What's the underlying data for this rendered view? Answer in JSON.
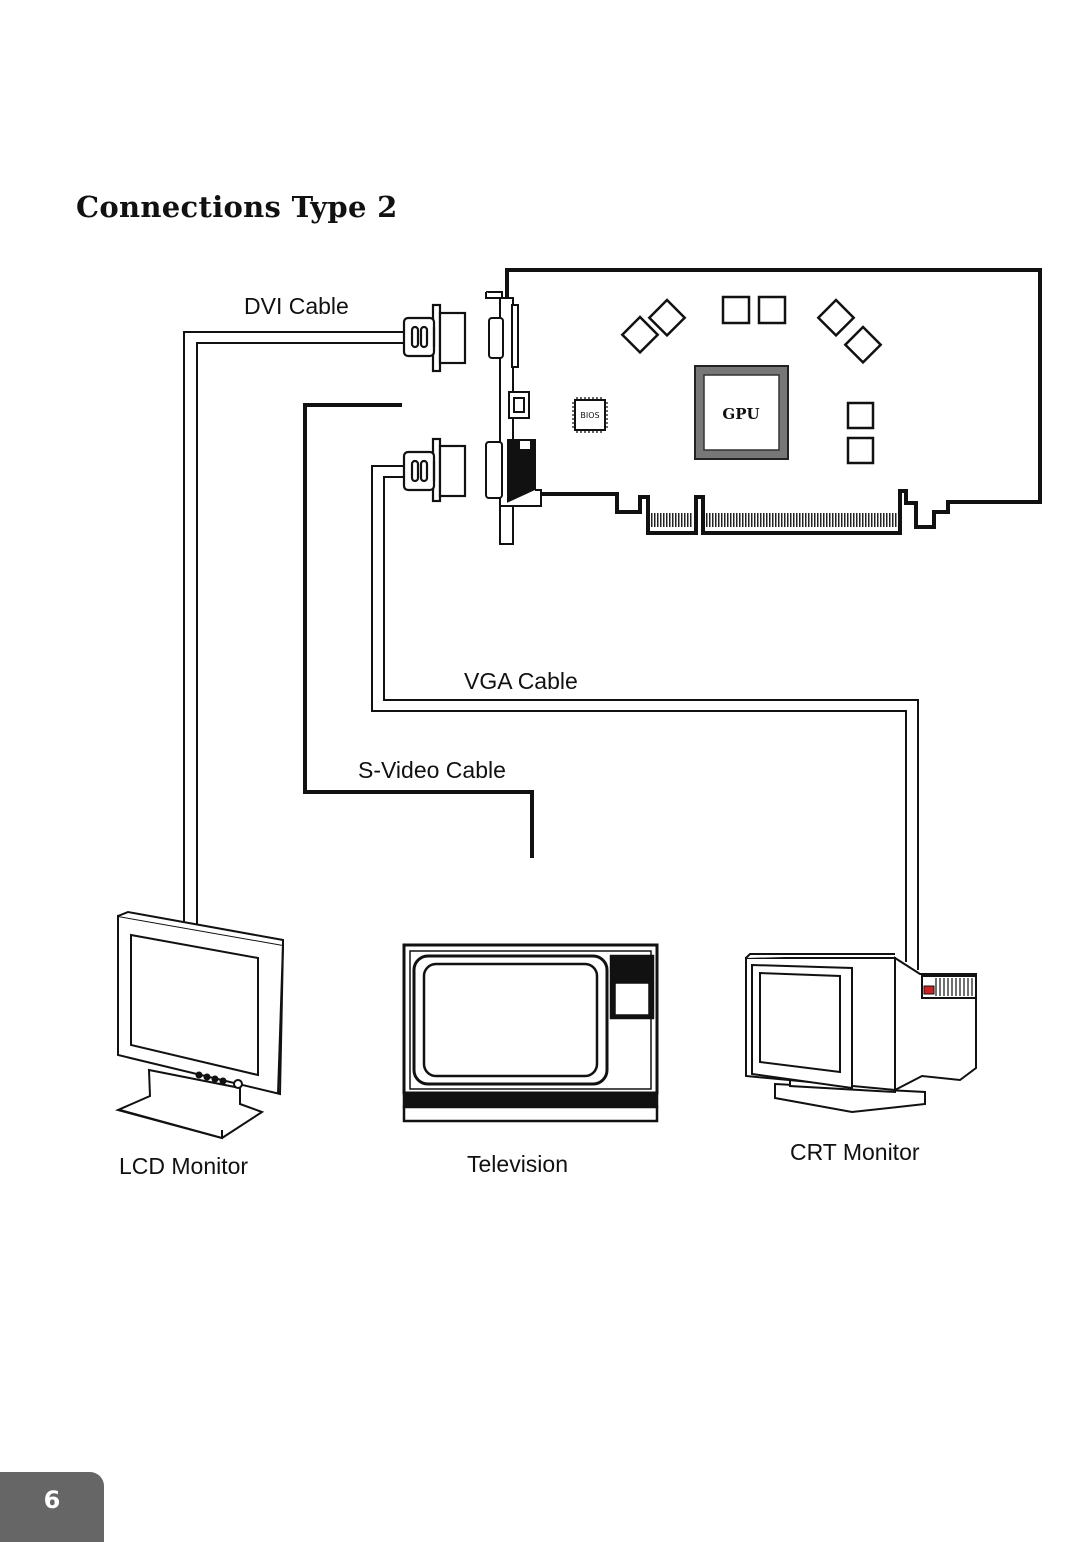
{
  "page": {
    "title": "Connections Type 2",
    "page_number": "6"
  },
  "labels": {
    "dvi_cable": "DVI Cable",
    "vga_cable": "VGA Cable",
    "svideo_cable": "S-Video Cable",
    "lcd_monitor": "LCD Monitor",
    "television": "Television",
    "crt_monitor": "CRT Monitor"
  },
  "card": {
    "gpu_label": "GPU",
    "bios_label": "BIOS"
  },
  "colors": {
    "line": "#111111",
    "page_tab": "#666666",
    "crt_indicator": "#cc2222"
  }
}
